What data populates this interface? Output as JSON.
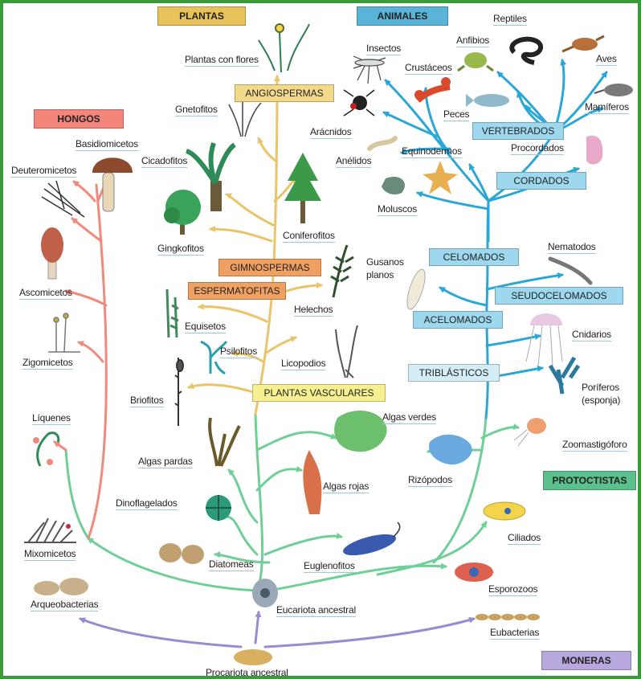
{
  "colors": {
    "frame": "#3a9a3a",
    "plantas": "#e8c25a",
    "animales": "#5ab4d8",
    "hongos": "#f3857a",
    "protoctistas": "#5cc08c",
    "moneras": "#b8a8de",
    "plant_branch": "#e9c46a",
    "animal_branch": "#2aa7d6",
    "fungi_branch": "#ef8a7c",
    "protist_branch": "#6fcf97",
    "monera_branch": "#9a8ad0",
    "gymno_box": "#f0a060",
    "angio_box": "#f3d98a",
    "vasc_box": "#f8f090",
    "animal_box": "#9ed8ee",
    "tri_box": "#d4eef8"
  },
  "kingdoms": {
    "plantas": "PLANTAS",
    "animales": "ANIMALES",
    "hongos": "HONGOS",
    "protoctistas": "PROTOCTISTAS",
    "moneras": "MONERAS"
  },
  "groups": {
    "angiospermas": "ANGIOSPERMAS",
    "gimnospermas": "GIMNOSPERMAS",
    "espermatofitas": "ESPERMATOFITAS",
    "plantas_vasculares": "PLANTAS VASCULARES",
    "vertebrados": "VERTEBRADOS",
    "cordados": "CORDADOS",
    "celomados": "CELOMADOS",
    "seudocelomados": "SEUDOCELOMADOS",
    "acelomados": "ACELOMADOS",
    "triblasticos": "TRIBLÁSTICOS"
  },
  "taxa": {
    "plantas_con_flores": "Plantas con flores",
    "gnetofitos": "Gnetofitos",
    "cicadofitos": "Cicadofitos",
    "gingkofitos": "Gingkofitos",
    "coniferofitos": "Coniferofitos",
    "helechos": "Helechos",
    "equisetos": "Equisetos",
    "psilofitos": "Psilofitos",
    "licopodios": "Licopodios",
    "briofitos": "Briofitos",
    "basidiomicetos": "Basidiomicetos",
    "deuteromicetos": "Deuteromicetos",
    "ascomicetos": "Ascomicetos",
    "zigomicetos": "Zigomicetos",
    "liquenes": "Líquenes",
    "mixomicetos": "Mixomicetos",
    "arqueobacterias": "Arqueobacterias",
    "insectos": "Insectos",
    "reptiles": "Reptiles",
    "anfibios": "Anfibios",
    "crustaceos": "Crustáceos",
    "aves": "Aves",
    "mamiferos": "Mamíferos",
    "peces": "Peces",
    "aracnidos": "Arácnidos",
    "anelidos": "Anélidos",
    "equinodermos": "Equinodermos",
    "procordados": "Procordados",
    "moluscos": "Moluscos",
    "nematodos": "Nematodos",
    "gusanos_planos": "Gusanos planos",
    "cnidarios": "Cnidarios",
    "poriferos": "Poríferos (esponja)",
    "algas_verdes": "Algas verdes",
    "zoomastigoforo": "Zoomastigóforo",
    "algas_pardas": "Algas pardas",
    "algas_rojas": "Algas rojas",
    "rizopodos": "Rizópodos",
    "dinoflagelados": "Dinoflagelados",
    "ciliados": "Ciliados",
    "diatomeas": "Diatomeas",
    "euglenofitos": "Euglenofitos",
    "esporozoos": "Esporozoos",
    "eucariota_ancestral": "Eucariota ancestral",
    "eubacterias": "Eubacterias",
    "procariota_ancestral": "Procariota ancestral"
  },
  "icons": [
    "flowering-plant-icon",
    "gnetophyte-icon",
    "cycad-icon",
    "ginkgo-icon",
    "conifer-icon",
    "fern-icon",
    "horsetail-icon",
    "psilophyte-icon",
    "clubmoss-icon",
    "moss-icon",
    "mushroom-icon",
    "mold-icon",
    "morel-icon",
    "zygomycete-icon",
    "lichen-icon",
    "slime-mold-icon",
    "archaea-icon",
    "mosquito-icon",
    "snake-icon",
    "frog-icon",
    "lobster-icon",
    "bird-icon",
    "mammal-icon",
    "fish-icon",
    "spider-icon",
    "worm-icon",
    "starfish-icon",
    "tunicate-icon",
    "snail-icon",
    "nematode-icon",
    "flatworm-icon",
    "jellyfish-icon",
    "sponge-icon",
    "green-algae-icon",
    "flagellate-icon",
    "brown-algae-icon",
    "red-algae-icon",
    "amoeba-icon",
    "dinoflagellate-icon",
    "paramecium-icon",
    "diatom-icon",
    "euglena-icon",
    "sporozoan-icon",
    "eukaryote-cell-icon",
    "bacteria-chain-icon",
    "prokaryote-cell-icon"
  ]
}
